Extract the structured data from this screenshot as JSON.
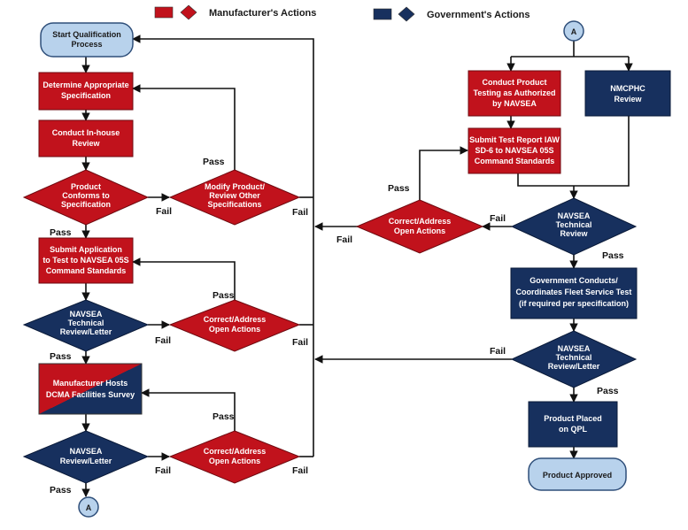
{
  "legend": {
    "manufacturer": "Manufacturer's Actions",
    "government": "Government's Actions"
  },
  "colors": {
    "manufacturer": "#c1121c",
    "government": "#17305e",
    "terminal": "#b8d2ec",
    "terminal_stroke": "#2f4f7a",
    "line": "#111111"
  },
  "nodes": {
    "start": [
      "Start Qualification",
      "Process"
    ],
    "determine_spec": [
      "Determine Appropriate",
      "Specification"
    ],
    "inhouse_review": [
      "Conduct In-house",
      "Review"
    ],
    "conforms": [
      "Product",
      "Conforms to",
      "Specification"
    ],
    "modify_product": [
      "Modify Product/",
      "Review Other",
      "Specifications"
    ],
    "submit_application": [
      "Submit Application",
      "to Test to NAVSEA 05S",
      "Command Standards"
    ],
    "navsea_review_letter_1": [
      "NAVSEA",
      "Technical",
      "Review/Letter"
    ],
    "correct_1": [
      "Correct/Address",
      "Open Actions"
    ],
    "manufacturer_hosts": [
      "Manufacturer Hosts",
      "DCMA Facilities Survey"
    ],
    "correct_2": [
      "Correct/Address",
      "Open Actions"
    ],
    "navsea_review_letter_2": [
      "NAVSEA",
      "Review/Letter"
    ],
    "connector_bottom": "A",
    "connector_top": "A",
    "conduct_testing": [
      "Conduct Product",
      "Testing as Authorized",
      "by NAVSEA"
    ],
    "nmcphc": [
      "NMCPHC",
      "Review"
    ],
    "submit_report": [
      "Submit  Test Report IAW",
      "SD-6 to  NAVSEA 05S",
      "Command Standards"
    ],
    "correct_3": [
      "Correct/Address",
      "Open Actions"
    ],
    "navsea_technical_review": [
      "NAVSEA",
      "Technical",
      "Review"
    ],
    "fleet_test": [
      "Government Conducts/",
      "Coordinates Fleet Service Test",
      "(if  required per specification)"
    ],
    "navsea_review_letter_3": [
      "NAVSEA",
      "Technical",
      "Review/Letter"
    ],
    "product_placed": [
      "Product Placed",
      "on QPL"
    ],
    "approved": [
      "Product Approved"
    ]
  },
  "labels": {
    "pass_modify": "Pass",
    "fail_conforms": "Fail",
    "fail_modify": "Fail",
    "pass_conforms": "Pass",
    "pass_correct1": "Pass",
    "fail_review1": "Fail",
    "fail_correct1": "Fail",
    "pass_review1": "Pass",
    "pass_correct2": "Pass",
    "fail_review2": "Fail",
    "fail_correct2": "Fail",
    "pass_review2": "Pass",
    "pass_correct3": "Pass",
    "fail_correct3": "Fail",
    "fail_tech_review": "Fail",
    "pass_tech_review": "Pass",
    "fail_review3": "Fail",
    "pass_review3": "Pass"
  }
}
